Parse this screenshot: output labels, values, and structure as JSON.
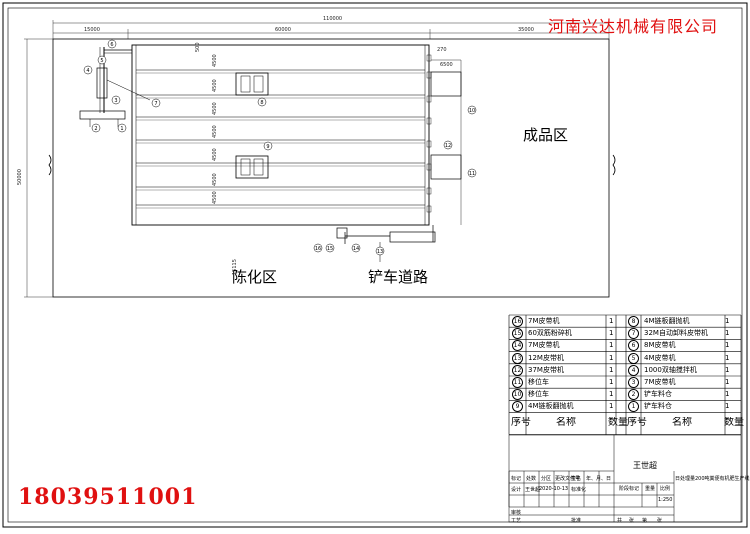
{
  "header": {
    "company": "河南兴达机械有限公司"
  },
  "footer": {
    "phone": "18039511001"
  },
  "dimensions": {
    "overall_width": "110000",
    "left_span": "15000",
    "mid_span": "60000",
    "right_span": "35000",
    "height": "50000",
    "small_a": "500",
    "small_b": "270",
    "side": "6500",
    "bottom": "15115",
    "row_spacing": [
      "4500",
      "4500",
      "4500",
      "4500",
      "4500",
      "4500",
      "4500"
    ]
  },
  "zones": {
    "finished": "成品区",
    "aging": "陈化区",
    "road": "铲车道路"
  },
  "callouts": [
    "1",
    "2",
    "3",
    "4",
    "5",
    "6",
    "7",
    "8",
    "9",
    "10",
    "11",
    "12",
    "13",
    "14",
    "15",
    "16"
  ],
  "bom": {
    "left": [
      {
        "no": "16",
        "name": "7M皮带机",
        "qty": "1"
      },
      {
        "no": "15",
        "name": "60双筋粉碎机",
        "qty": "1"
      },
      {
        "no": "14",
        "name": "7M皮带机",
        "qty": "1"
      },
      {
        "no": "13",
        "name": "12M皮带机",
        "qty": "1"
      },
      {
        "no": "12",
        "name": "37M皮带机",
        "qty": "1"
      },
      {
        "no": "11",
        "name": "移位车",
        "qty": "1"
      },
      {
        "no": "10",
        "name": "移位车",
        "qty": "1"
      },
      {
        "no": "9",
        "name": "4M链板翻抛机",
        "qty": "1"
      }
    ],
    "right": [
      {
        "no": "8",
        "name": "4M链板翻抛机",
        "qty": "1"
      },
      {
        "no": "7",
        "name": "32M自动卸料皮带机",
        "qty": "1"
      },
      {
        "no": "6",
        "name": "8M皮带机",
        "qty": "1"
      },
      {
        "no": "5",
        "name": "4M皮带机",
        "qty": "1"
      },
      {
        "no": "4",
        "name": "1000双轴搅拌机",
        "qty": "1"
      },
      {
        "no": "3",
        "name": "7M皮带机",
        "qty": "1"
      },
      {
        "no": "2",
        "name": "铲车料仓",
        "qty": "1"
      },
      {
        "no": "1",
        "name": "铲车料仓",
        "qty": "1"
      }
    ],
    "header": {
      "no": "序号",
      "name": "名称",
      "qty": "数量"
    }
  },
  "titleblock": {
    "designer": "王世超",
    "title": "日处理量200吨粪便有机肥生产线",
    "labels": {
      "mark": "标记",
      "count": "处数",
      "zone": "分区",
      "doc": "更改文件号",
      "sign": "签名",
      "date": "年、月、日",
      "design": "设计",
      "std": "标准化",
      "stage": "阶段标记",
      "weight": "重量",
      "scale": "比例",
      "review": "审核",
      "craft": "工艺",
      "approve": "批准",
      "total": "共",
      "sheets": "张",
      "page": "第"
    },
    "design_name": "王世超",
    "date": "2020-10-13",
    "scale_value": "1:250"
  },
  "colors": {
    "red": "#e01010",
    "line": "#000000"
  }
}
